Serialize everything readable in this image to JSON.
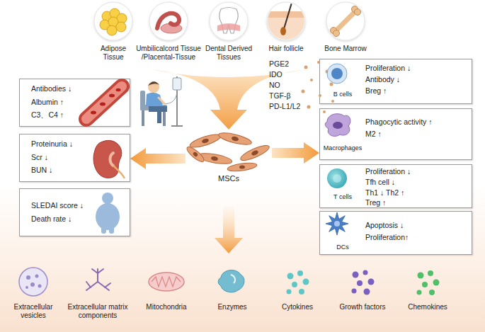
{
  "diagram": {
    "nodes": [
      {
        "text": [
          "Adipose Tissue"
        ]
      },
      {
        "text": [
          "Umbilicalcord Tissue /Placental-Tissue"
        ]
      },
      {
        "text": [
          "Dental Derived Tissues"
        ]
      },
      {
        "text": [
          "Hair follicle"
        ]
      },
      {
        "text": [
          "Bone Marrow"
        ]
      },
      {
        "text": [
          "MSCs"
        ]
      },
      {
        "text": [
          "Antibodies ↓",
          "Albumin ↑",
          "C3、C4 ↑"
        ]
      },
      {
        "text": [
          "Proteinuria ↓",
          "Scr ↓",
          "BUN ↓"
        ]
      },
      {
        "text": [
          "SLEDAI score ↓",
          "Death rate ↓"
        ]
      },
      {
        "text": [
          "B cells",
          "Proliferation ↓",
          "Antibody ↓",
          "Breg ↑"
        ]
      },
      {
        "text": [
          "Macrophages",
          "Phagocytic activity ↑",
          "M2 ↑"
        ]
      },
      {
        "text": [
          "T cells",
          "Proliferation ↓",
          "Tfh cell ↓",
          "Th1 ↓ Th2 ↑",
          "Treg ↑"
        ]
      },
      {
        "text": [
          "DCs",
          "Apoptosis ↓",
          "Proliferation↑"
        ]
      }
    ],
    "edges": [
      {
        "from": 2,
        "to": 5,
        "arrow": "to"
      },
      {
        "from": 5,
        "to": 7,
        "arrow": "to"
      },
      {
        "from": 5,
        "to": 10,
        "arrow": "to"
      }
    ],
    "labels": [
      "PGE2",
      "IDO",
      "NO",
      "TGF-β",
      "PD-L1/L2",
      "Extracellular vesicles",
      "Extracellular matrix components",
      "Mitochondria",
      "Enzymes",
      "Cytokines",
      "Growth factors",
      "Chemokines"
    ]
  }
}
